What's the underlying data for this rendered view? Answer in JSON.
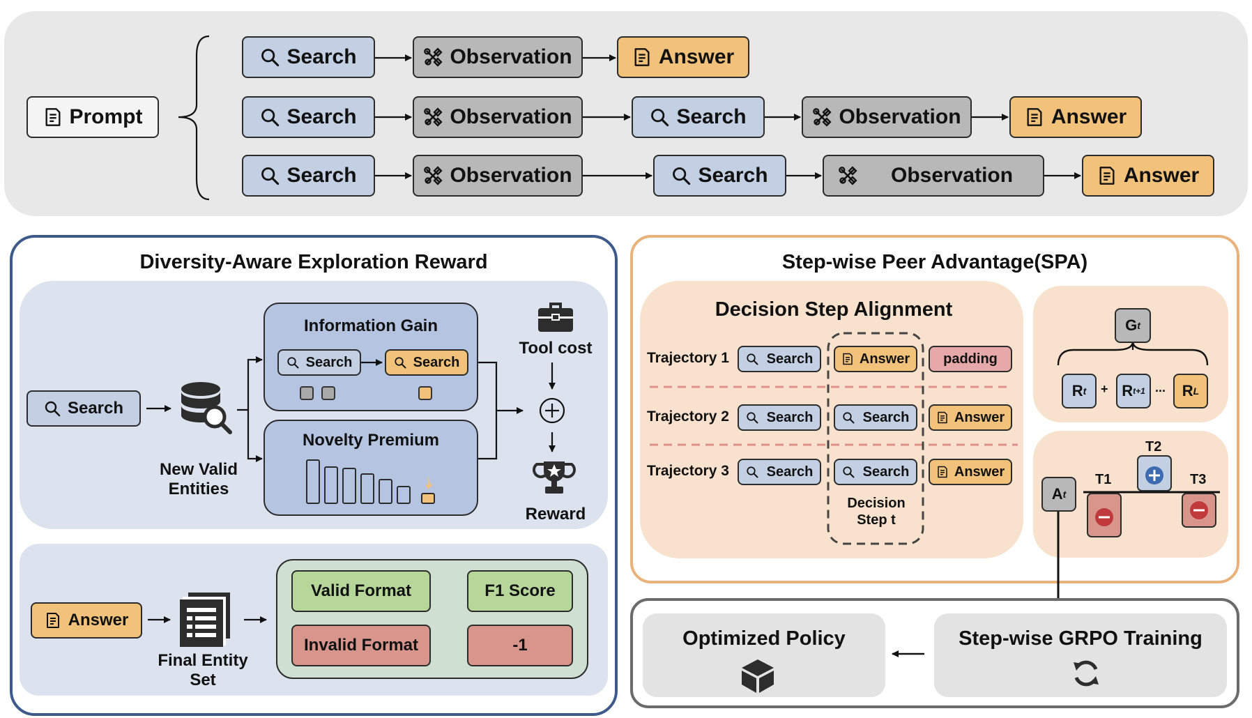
{
  "top": {
    "prompt": "Prompt",
    "row1": [
      "Search",
      "Observation",
      "Answer"
    ],
    "row2": [
      "Search",
      "Observation",
      "Search",
      "Observation",
      "Answer"
    ],
    "row3": [
      "Search",
      "Observation",
      "Search",
      "Observation",
      "Answer"
    ]
  },
  "dae": {
    "title": "Diversity-Aware Exploration Reward",
    "search": "Search",
    "new_valid_entities": "New Valid Entities",
    "info_gain": "Information Gain",
    "ig_search_a": "Search",
    "ig_search_b": "Search",
    "novelty_premium": "Novelty Premium",
    "tool_cost": "Tool cost",
    "reward": "Reward",
    "answer": "Answer",
    "final_entity_set": "Final Entity Set",
    "valid_format": "Valid Format",
    "f1_score": "F1 Score",
    "invalid_format": "Invalid Format",
    "neg_one": "-1"
  },
  "spa": {
    "title": "Step-wise Peer Advantage(SPA)",
    "alignment_title": "Decision Step Alignment",
    "trajectories": [
      {
        "label": "Trajectory 1",
        "steps": [
          "Search",
          "Answer",
          "padding"
        ]
      },
      {
        "label": "Trajectory 2",
        "steps": [
          "Search",
          "Search",
          "Answer"
        ]
      },
      {
        "label": "Trajectory 3",
        "steps": [
          "Search",
          "Search",
          "Answer"
        ]
      }
    ],
    "decision_step": "Decision Step t",
    "g": "G",
    "g_sub": "t",
    "r1": "R",
    "r1_sub": "t",
    "plus": "+",
    "r2": "R",
    "r2_sub": "t+1",
    "ellipsis": "...",
    "r3": "R",
    "r3_sub": "L",
    "a": "A",
    "a_sub": "t",
    "t1": "T1",
    "t2": "T2",
    "t3": "T3"
  },
  "bottom": {
    "optimized_policy": "Optimized Policy",
    "grpo_training": "Step-wise GRPO Training"
  },
  "colors": {
    "search": "#c3cfe2",
    "observation": "#b8b8b8",
    "answer": "#f2c27a",
    "padding": "#e6a8a8",
    "valid": "#b7d79a",
    "invalid": "#d7958b",
    "left_border": "#3d5a8a",
    "right_border": "#e8b27a"
  }
}
